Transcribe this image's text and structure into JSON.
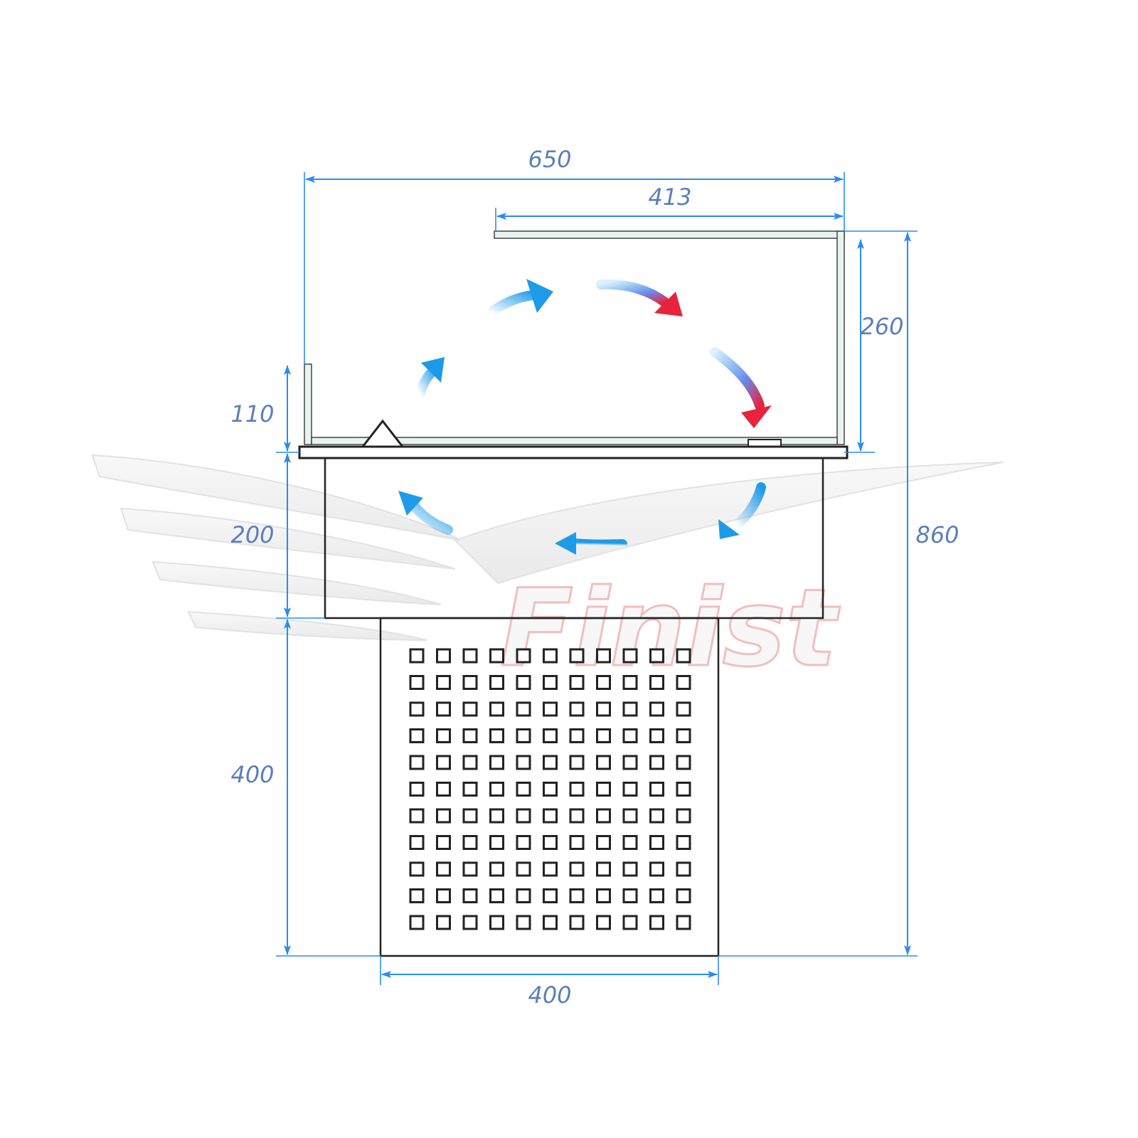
{
  "dimensions": {
    "overall_width": "650",
    "glass_top_width": "413",
    "glass_height": "260",
    "rear_guard_height": "110",
    "tub_depth": "200",
    "base_height": "400",
    "overall_height": "860",
    "base_width": "400"
  },
  "watermark": "Finist",
  "vent_grid": {
    "rows": 11,
    "cols": 11
  },
  "colors": {
    "dimension": "#2a8cf0",
    "dimension_text": "#5b7fb8",
    "airflow_cold": "#1e9be8",
    "airflow_warm": "#e8233a",
    "outline": "#222222",
    "glass": "#e8f4ef"
  }
}
